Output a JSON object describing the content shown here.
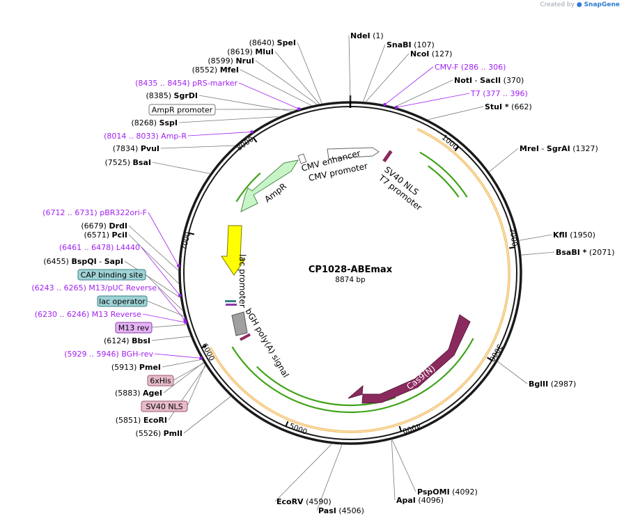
{
  "watermark": {
    "prefix": "Created by",
    "brand": "SnapGene"
  },
  "plasmid": {
    "name": "CP1028-ABEmax",
    "size": "8874 bp"
  },
  "ruler_ticks": [
    "1000",
    "2000",
    "3000",
    "4000",
    "5000",
    "6000",
    "7000",
    "8000"
  ],
  "sites": [
    {
      "name": "NdeI",
      "pos": "(1)"
    },
    {
      "name": "SnaBI",
      "pos": "(107)"
    },
    {
      "name": "NcoI",
      "pos": "(127)"
    },
    {
      "name": "NotI",
      "name2": "SacII",
      "pos": "(370)"
    },
    {
      "name": "StuI *",
      "pos": "(662)"
    },
    {
      "name": "MreI",
      "name2": "SgrAI",
      "pos": "(1327)"
    },
    {
      "name": "KflI",
      "pos": "(1950)"
    },
    {
      "name": "BsaBI *",
      "pos": "(2071)"
    },
    {
      "name": "BglII",
      "pos": "(2987)"
    },
    {
      "name": "PspOMI",
      "pos": "(4092)"
    },
    {
      "name": "ApaI",
      "pos": "(4096)"
    },
    {
      "name": "EcoRV",
      "pos": "(4590)"
    },
    {
      "name": "PasI",
      "pos": "(4506)"
    },
    {
      "name": "PmlI",
      "pos": "(5526)"
    },
    {
      "name": "EcoRI",
      "pos": "(5851)"
    },
    {
      "name": "AgeI",
      "pos": "(5883)"
    },
    {
      "name": "PmeI",
      "pos": "(5913)"
    },
    {
      "name": "BbsI",
      "pos": "(6124)"
    },
    {
      "name": "BspQI",
      "name2": "SapI",
      "pos": "(6455)"
    },
    {
      "name": "PciI",
      "pos": "(6571)"
    },
    {
      "name": "DrdI",
      "pos": "(6679)"
    },
    {
      "name": "BsaI",
      "pos": "(7525)"
    },
    {
      "name": "PvuI",
      "pos": "(7834)"
    },
    {
      "name": "SspI",
      "pos": "(8268)"
    },
    {
      "name": "SgrDI",
      "pos": "(8385)"
    },
    {
      "name": "MfeI",
      "pos": "(8552)"
    },
    {
      "name": "NruI",
      "pos": "(8599)"
    },
    {
      "name": "MluI",
      "pos": "(8619)"
    },
    {
      "name": "SpeI",
      "pos": "(8640)"
    }
  ],
  "primers": [
    {
      "name": "CMV-F",
      "range": "(286 .. 306)"
    },
    {
      "name": "T7",
      "range": "(377 .. 396)"
    },
    {
      "name": "pRS-marker",
      "range": "(8435 .. 8454)"
    },
    {
      "name": "Amp-R",
      "range": "(8014 .. 8033)"
    },
    {
      "name": "pBR322ori-F",
      "range": "(6712 .. 6731)"
    },
    {
      "name": "L4440",
      "range": "(6461 .. 6478)"
    },
    {
      "name": "M13/pUC Reverse",
      "range": "(6243 .. 6265)"
    },
    {
      "name": "M13 Reverse",
      "range": "(6230 .. 6246)"
    },
    {
      "name": "BGH-rev",
      "range": "(5929 .. 5946)"
    }
  ],
  "boxed_labels": [
    {
      "text": "AmpR promoter",
      "fill": "#ffffff",
      "stroke": "#777777"
    },
    {
      "text": "CAP binding site",
      "fill": "#9fd3d6",
      "stroke": "#3a7f85"
    },
    {
      "text": "lac operator",
      "fill": "#9fd3d6",
      "stroke": "#3a7f85"
    },
    {
      "text": "M13 rev",
      "fill": "#e4b4f4",
      "stroke": "#8a3aa8"
    },
    {
      "text": "6xHis",
      "fill": "#e6bac9",
      "stroke": "#9a5a6f"
    },
    {
      "text": "SV40 NLS",
      "fill": "#e6bac9",
      "stroke": "#9a5a6f"
    }
  ],
  "features": {
    "cmv_enhancer": "CMV enhancer",
    "cmv_promoter": "CMV promoter",
    "sv40_nls": "SV40 NLS",
    "t7_promoter": "T7 promoter",
    "ampr": "AmpR",
    "ori": "ori",
    "lac_promoter": "lac promoter",
    "bgh": "bGH poly(A) signal",
    "cas9": "Cas9(N)"
  },
  "colors": {
    "backbone": "#1a1a1a",
    "ampr": "#c8f5c8",
    "ori": "#ffff00",
    "cas9": "#8b2a5e",
    "orange_arc": "#f0b450",
    "green_arc": "#3fa317",
    "primer": "#a020f0",
    "bgh": "#a0a0a0"
  }
}
